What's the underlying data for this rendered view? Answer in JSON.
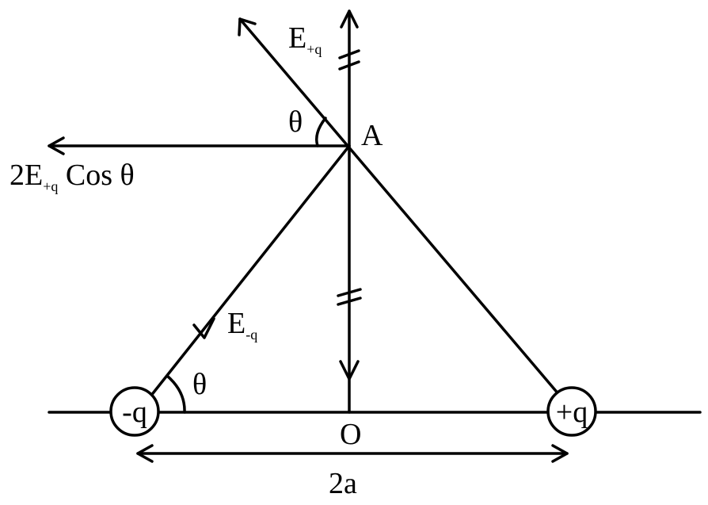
{
  "diagram": {
    "point_a": "A",
    "origin": "O",
    "angle_top": "θ",
    "angle_bottom": "θ",
    "charge_negative": "-q",
    "charge_positive": "+q",
    "field_positive": {
      "symbol": "E",
      "subscript": "+q"
    },
    "field_negative": {
      "symbol": "E",
      "subscript": "-q"
    },
    "resultant": {
      "prefix": "2E",
      "subscript": "+q",
      "suffix": " Cos θ"
    },
    "separation": "2a"
  }
}
